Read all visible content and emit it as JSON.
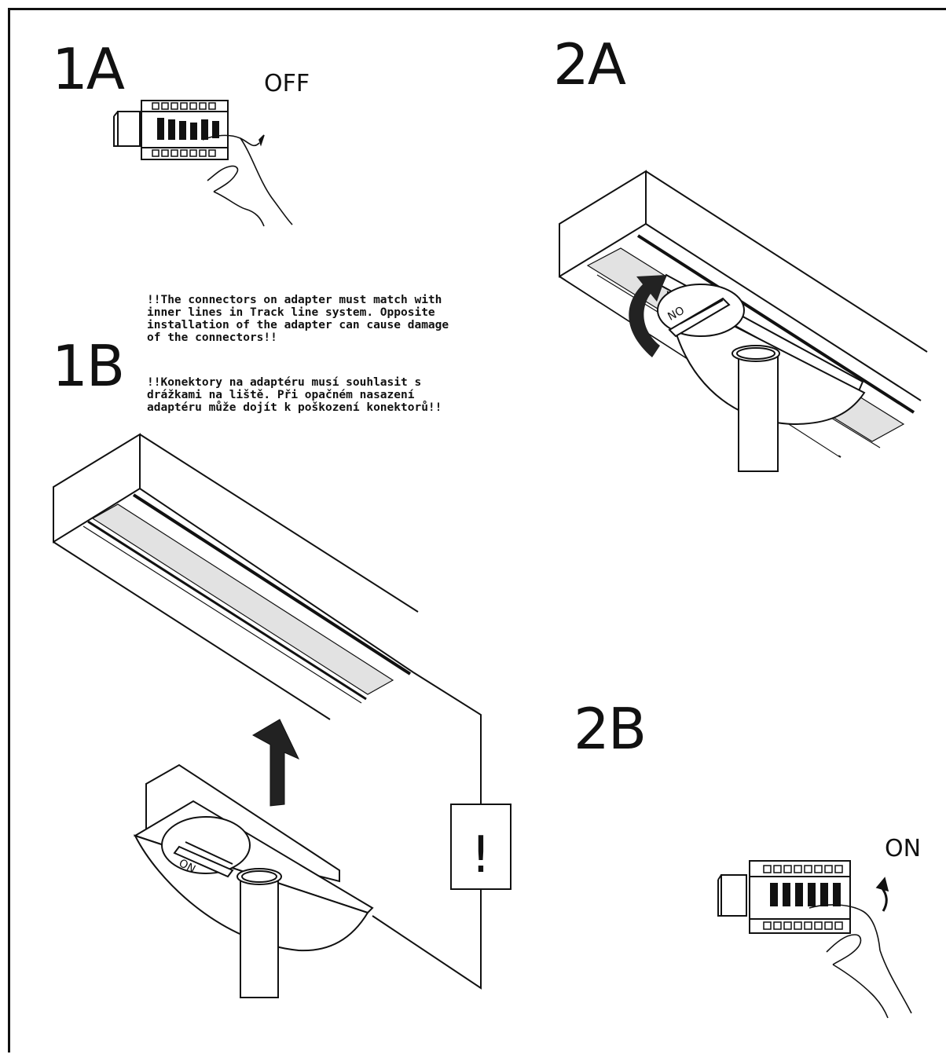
{
  "steps": {
    "s1a": "1A",
    "s1b": "1B",
    "s2a": "2A",
    "s2b": "2B"
  },
  "switch_states": {
    "off": "OFF",
    "on": "ON"
  },
  "adapter_labels": {
    "top": "NO",
    "bottom": "ON"
  },
  "warning_symbol": "!",
  "notes": {
    "en": "!!The connectors on adapter must match with inner lines in Track line system. Opposite installation of the adapter can cause damage of the connectors!!",
    "cz": "!!Konektory na adaptéru musí souhlasit s drážkami na liště. Při opačném nasazení adaptéru může dojít k poškození konektorů!!"
  },
  "icons": [
    "breaker-panel-icon",
    "hand-icon",
    "track-rail-icon",
    "adapter-icon",
    "arrow-up-icon",
    "rotate-arrow-icon",
    "warning-box-icon"
  ]
}
